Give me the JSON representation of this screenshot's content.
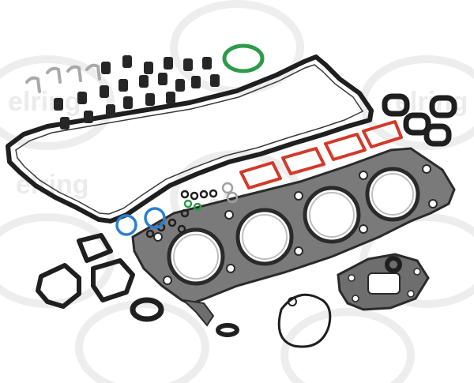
{
  "image": {
    "subject": "engine-cylinder-head-gasket-set",
    "background_color": "#ffffff",
    "watermark": {
      "text": "elring",
      "color": "#e9e9e9"
    },
    "colors": {
      "gasket_metal": "#6e6e6e",
      "gasket_dark": "#2a2a2a",
      "rubber_black": "#1f1f1f",
      "red_seal": "#d23a2a",
      "green_oring": "#2e9a4a",
      "blue_oring": "#2c7fd0",
      "clip_silver": "#b8b8b8"
    },
    "parts": [
      "cylinder-head-gasket",
      "valve-cover-gasket",
      "intake-manifold-gaskets",
      "valve-stem-seals",
      "camshaft-seals",
      "o-rings",
      "retaining-clips",
      "exhaust-flange-gasket",
      "thermostat-housing-gasket"
    ]
  }
}
